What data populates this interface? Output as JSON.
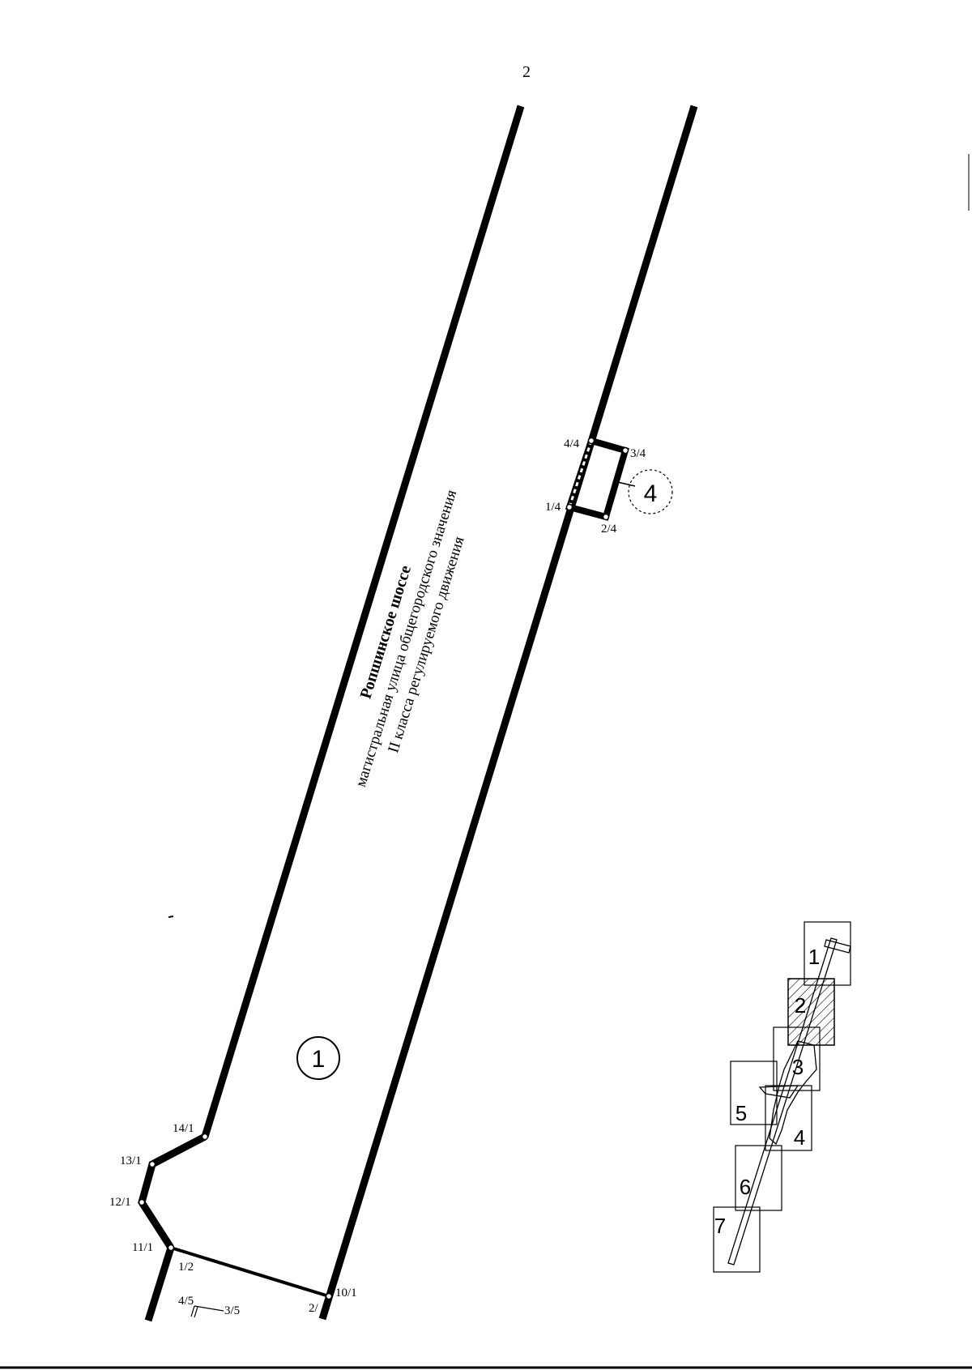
{
  "page_number": "2",
  "road": {
    "name": "Ропшинское шоссе",
    "line1": "магистральная  улица общегородского значения",
    "line2": "II класса регулируемого движения"
  },
  "parcels": {
    "main_number": "1",
    "small_number": "4"
  },
  "points": {
    "p1_4": "1/4",
    "p2_4": "2/4",
    "p3_4": "3/4",
    "p4_4": "4/4",
    "p14_1": "14/1",
    "p13_1": "13/1",
    "p12_1": "12/1",
    "p11_1": "11/1",
    "p1_2": "1/2",
    "p10_1": "10/1",
    "p2_bottom": "2/",
    "p4_5": "4/5",
    "p3_5": "3/5"
  },
  "index_map": {
    "sheets": [
      "1",
      "2",
      "3",
      "4",
      "5",
      "6",
      "7"
    ],
    "highlighted_sheet": "2"
  }
}
